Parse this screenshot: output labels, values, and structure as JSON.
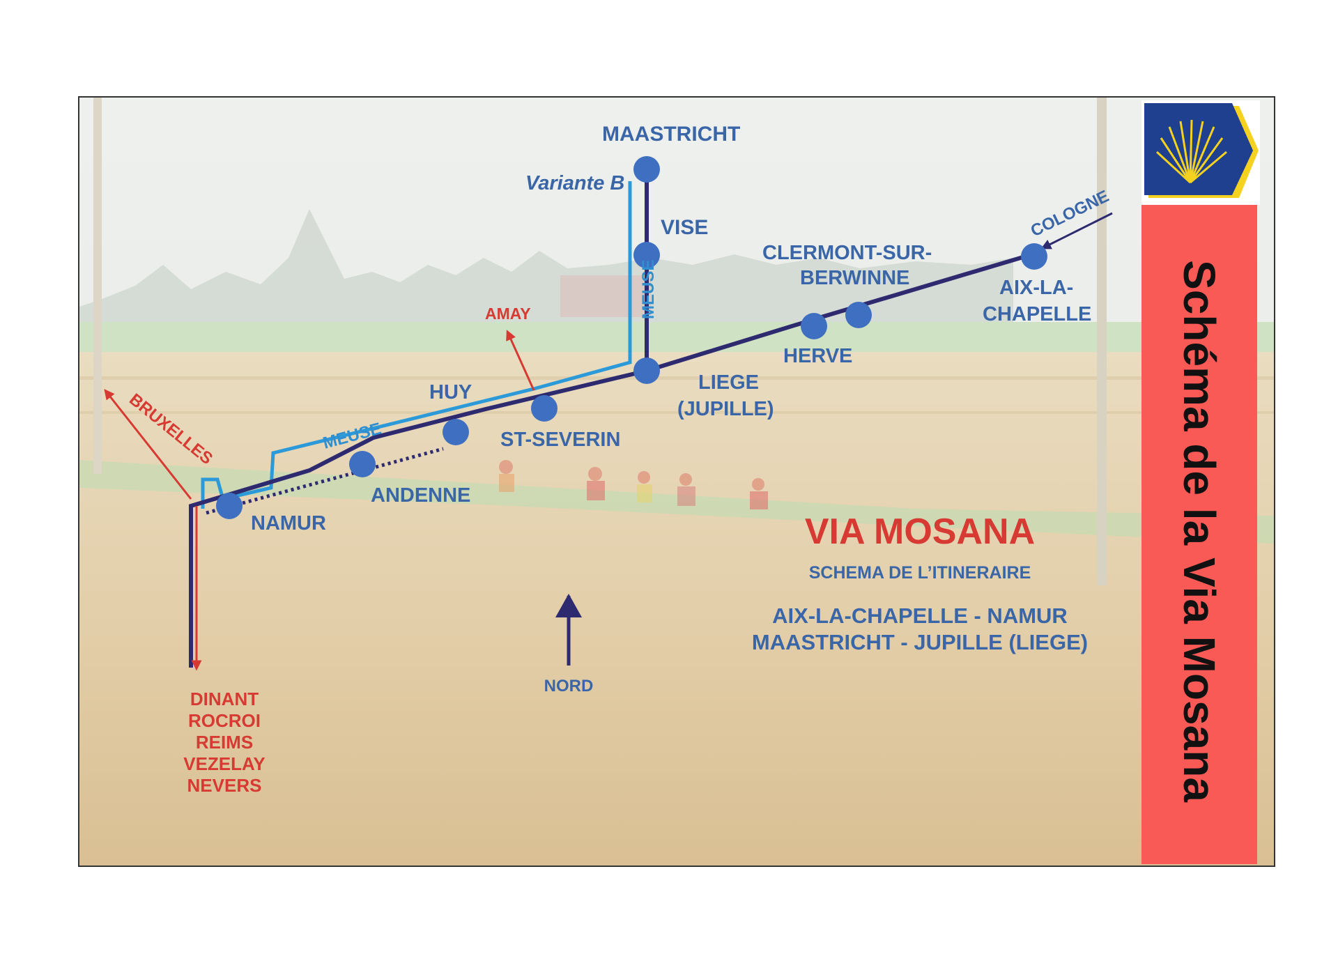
{
  "side_title": "Schéma de la Via Mosana",
  "badge_icon": "scallop-shell-icon",
  "colors": {
    "route_dark": "#2e2a6f",
    "route_meuse": "#2c9ad8",
    "variant_red": "#d63a32",
    "label_blue": "#3a66a8",
    "panel_red": "#f95a55",
    "badge_blue": "#1f3f8f",
    "badge_yellow": "#f4d21f"
  },
  "map": {
    "title": "VIA MOSANA",
    "subtitle": "SCHEMA DE L’ITINERAIRE",
    "route_line1": "AIX-LA-CHAPELLE  -  NAMUR",
    "route_line2": "MAASTRICHT  -  JUPILLE (LIEGE)",
    "north_label": "NORD",
    "variante_label": "Variante B",
    "meuse_label_1": "MEUSE",
    "meuse_label_2": "MEUSE",
    "towns": {
      "maastricht": "MAASTRICHT",
      "vise": "VISE",
      "clermont_1": "CLERMONT-SUR-",
      "clermont_2": "BERWINNE",
      "aix_1": "AIX-LA-",
      "aix_2": "CHAPELLE",
      "herve": "HERVE",
      "liege_1": "LIEGE",
      "liege_2": "(JUPILLE)",
      "huy": "HUY",
      "st_severin": "ST-SEVERIN",
      "andenne": "ANDENNE",
      "namur": "NAMUR"
    },
    "directions": {
      "cologne": "COLOGNE",
      "amay": "AMAY",
      "bruxelles": "BRUXELLES",
      "south": [
        "DINANT",
        "ROCROI",
        "REIMS",
        "VEZELAY",
        "NEVERS"
      ]
    }
  }
}
